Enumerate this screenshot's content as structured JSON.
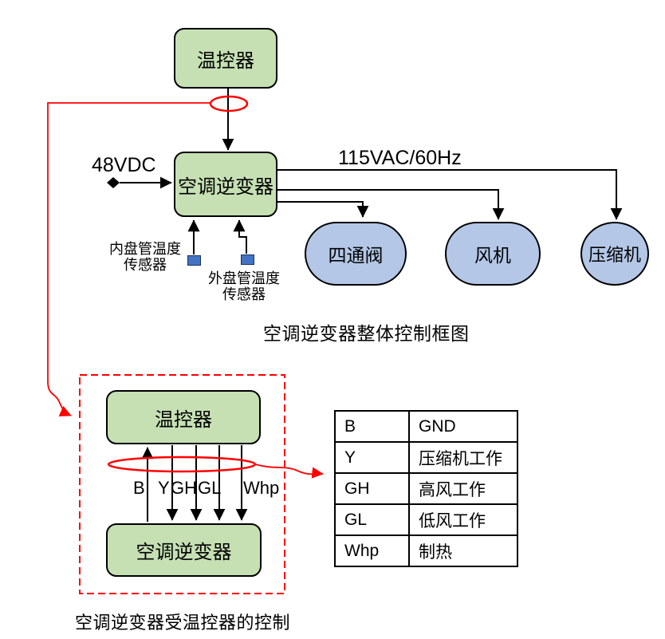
{
  "colors": {
    "box_green": "#c6e0b4",
    "node_blue": "#b4c7e7",
    "sensor_blue": "#4472c4",
    "annotation_red": "#ff0000",
    "line_black": "#000000"
  },
  "top_diagram": {
    "thermostat_label": "温控器",
    "inverter_label": "空调逆变器",
    "dc_input_label": "48VDC",
    "ac_output_label": "115VAC/60Hz",
    "four_way_valve_label": "四通阀",
    "fan_label": "风机",
    "compressor_label": "压缩机",
    "inner_sensor_line1": "内盘管温度",
    "inner_sensor_line2": "传感器",
    "outer_sensor_line1": "外盘管温度",
    "outer_sensor_line2": "传感器",
    "caption": "空调逆变器整体控制框图"
  },
  "bottom_diagram": {
    "thermostat_label": "温控器",
    "inverter_label": "空调逆变器",
    "wire_labels": [
      "B",
      "Y",
      "GH",
      "GL",
      "Whp"
    ],
    "caption": "空调逆变器受温控器的控制"
  },
  "signal_table": {
    "rows": [
      {
        "key": "B",
        "value": "GND"
      },
      {
        "key": "Y",
        "value": "压缩机工作"
      },
      {
        "key": "GH",
        "value": "高风工作"
      },
      {
        "key": "GL",
        "value": "低风工作"
      },
      {
        "key": "Whp",
        "value": "制热"
      }
    ]
  }
}
